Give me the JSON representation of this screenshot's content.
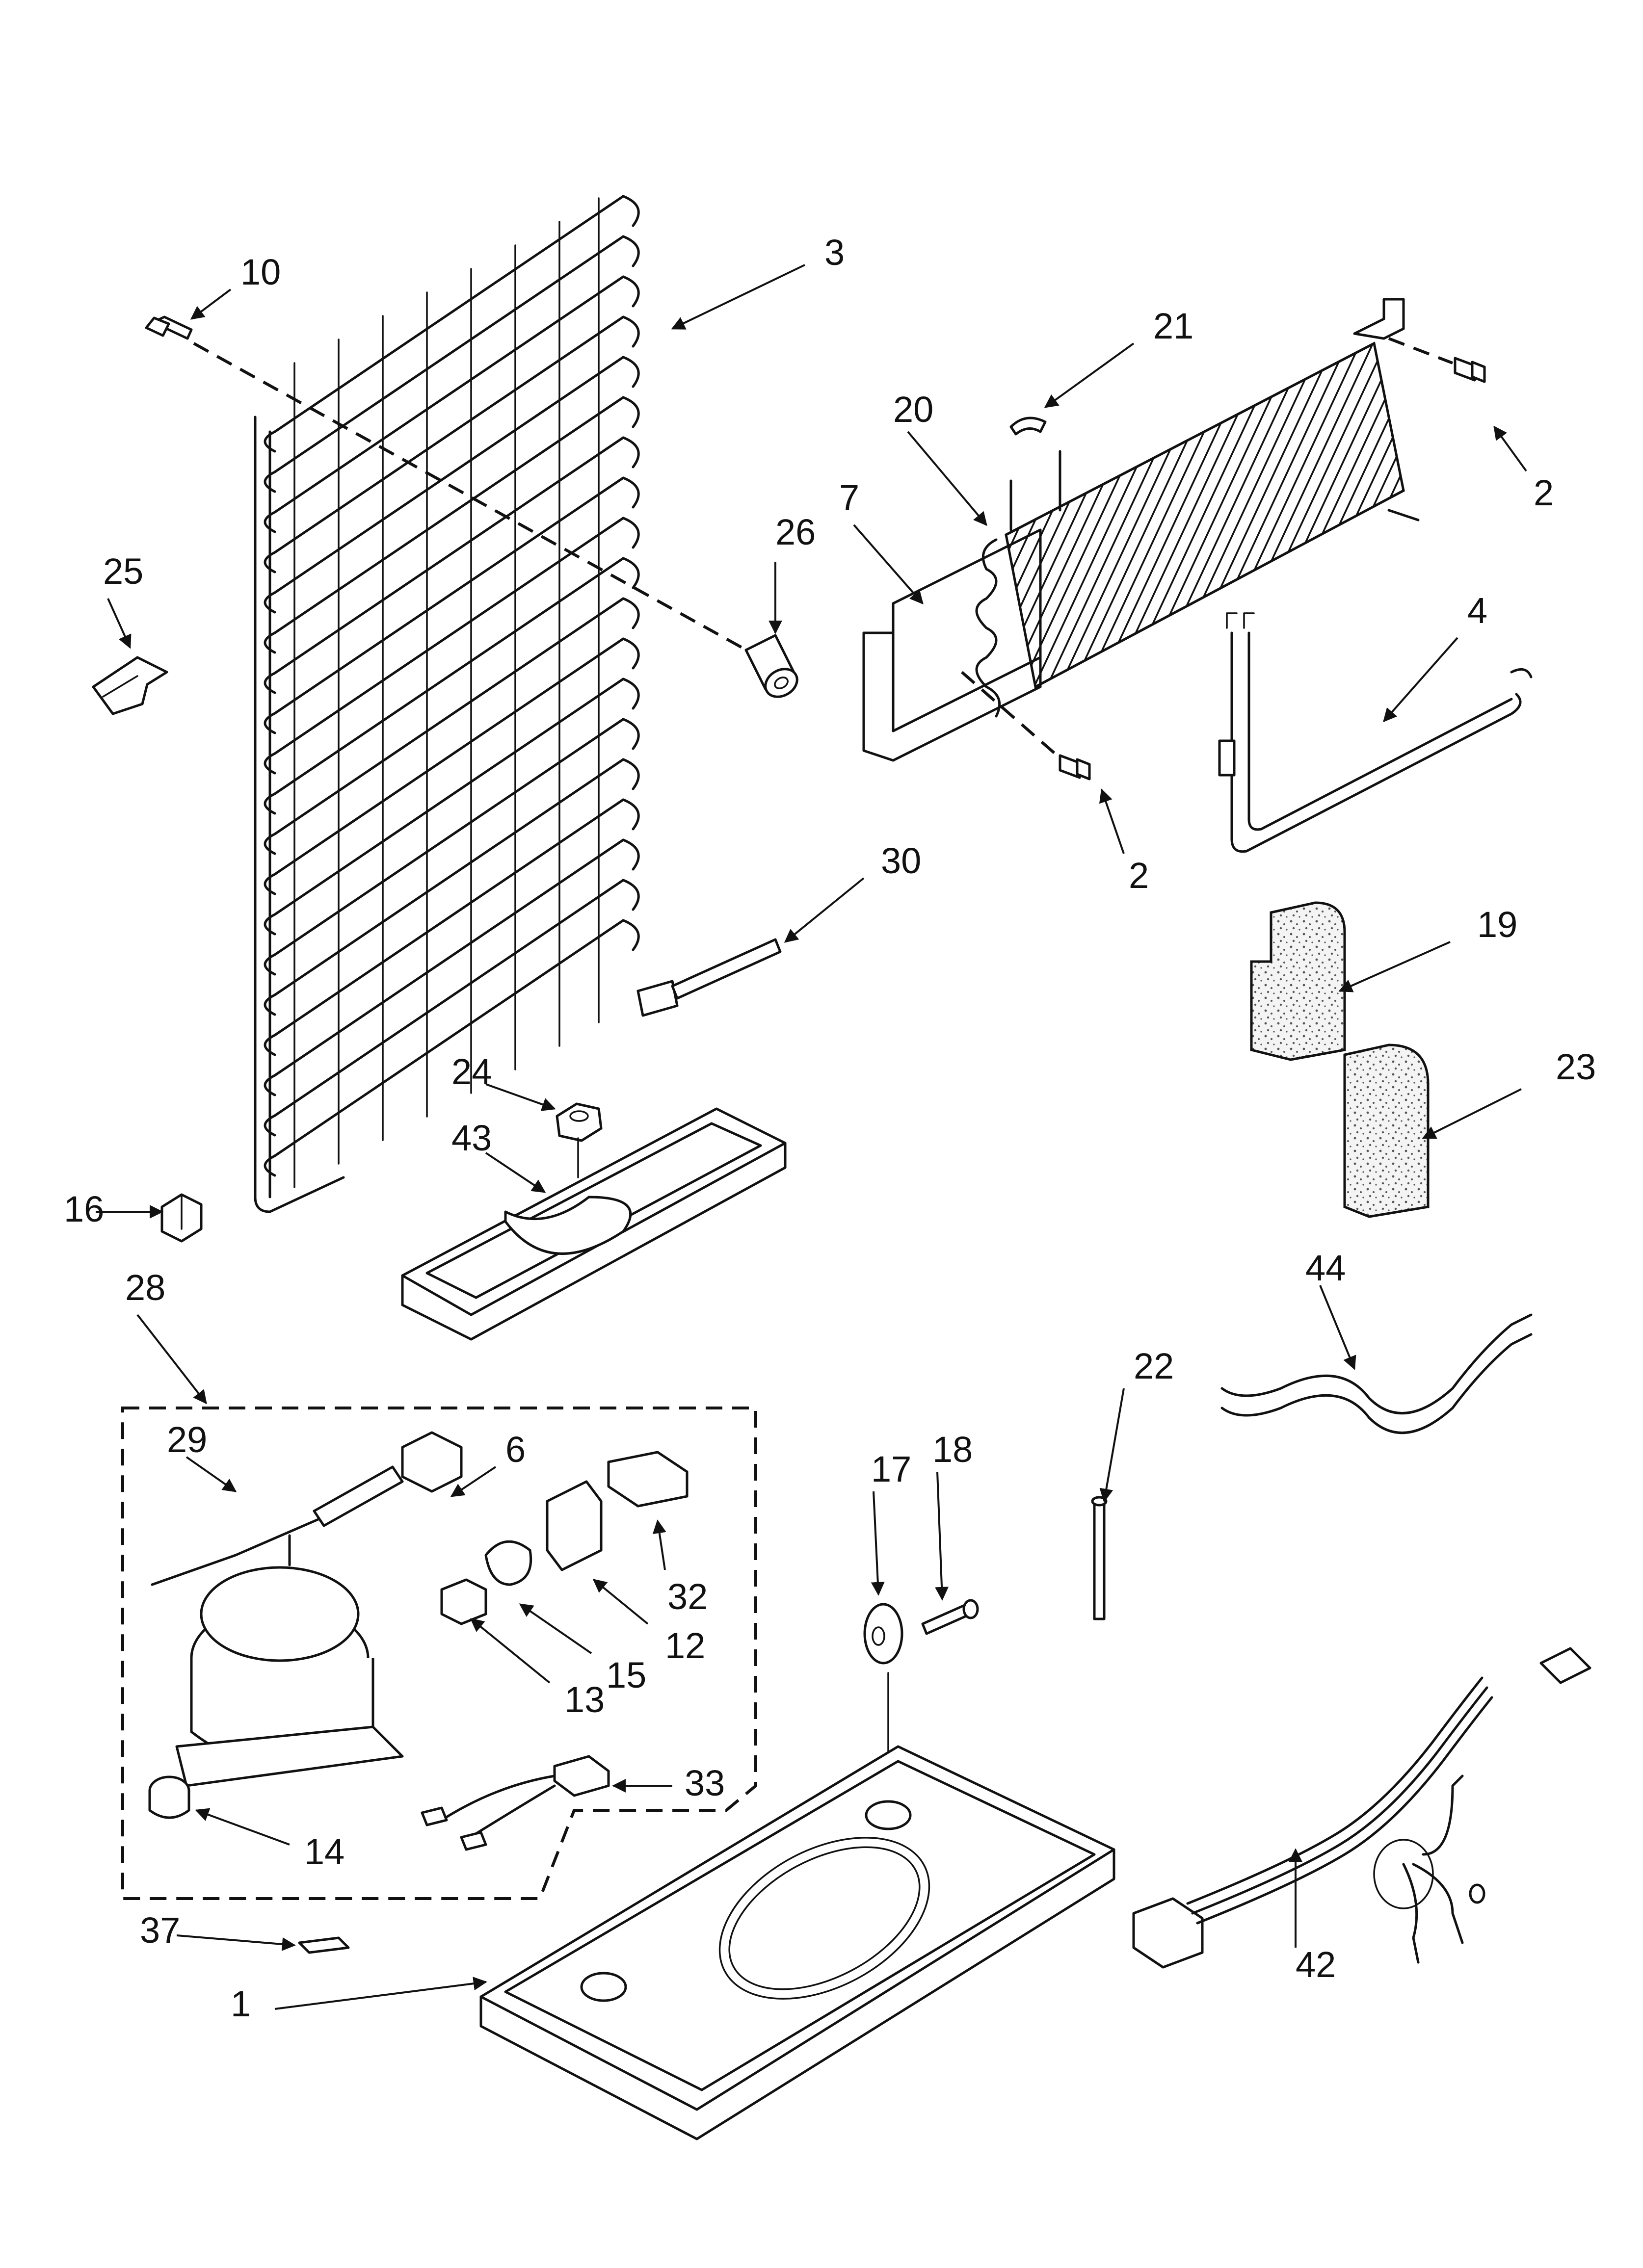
{
  "callouts": [
    {
      "id": "1",
      "label": "1"
    },
    {
      "id": "2a",
      "label": "2"
    },
    {
      "id": "2b",
      "label": "2"
    },
    {
      "id": "3",
      "label": "3"
    },
    {
      "id": "4",
      "label": "4"
    },
    {
      "id": "6",
      "label": "6"
    },
    {
      "id": "7",
      "label": "7"
    },
    {
      "id": "10",
      "label": "10"
    },
    {
      "id": "12",
      "label": "12"
    },
    {
      "id": "13",
      "label": "13"
    },
    {
      "id": "14",
      "label": "14"
    },
    {
      "id": "15",
      "label": "15"
    },
    {
      "id": "16",
      "label": "16"
    },
    {
      "id": "17",
      "label": "17"
    },
    {
      "id": "18",
      "label": "18"
    },
    {
      "id": "19",
      "label": "19"
    },
    {
      "id": "20",
      "label": "20"
    },
    {
      "id": "21",
      "label": "21"
    },
    {
      "id": "22",
      "label": "22"
    },
    {
      "id": "23",
      "label": "23"
    },
    {
      "id": "24",
      "label": "24"
    },
    {
      "id": "25",
      "label": "25"
    },
    {
      "id": "26",
      "label": "26"
    },
    {
      "id": "28",
      "label": "28"
    },
    {
      "id": "29",
      "label": "29"
    },
    {
      "id": "30",
      "label": "30"
    },
    {
      "id": "32",
      "label": "32"
    },
    {
      "id": "33",
      "label": "33"
    },
    {
      "id": "37",
      "label": "37"
    },
    {
      "id": "42",
      "label": "42"
    },
    {
      "id": "43",
      "label": "43"
    },
    {
      "id": "44",
      "label": "44"
    }
  ],
  "colors": {
    "ink": "#111111",
    "paper": "#ffffff",
    "foam": "#f4f4f4"
  }
}
